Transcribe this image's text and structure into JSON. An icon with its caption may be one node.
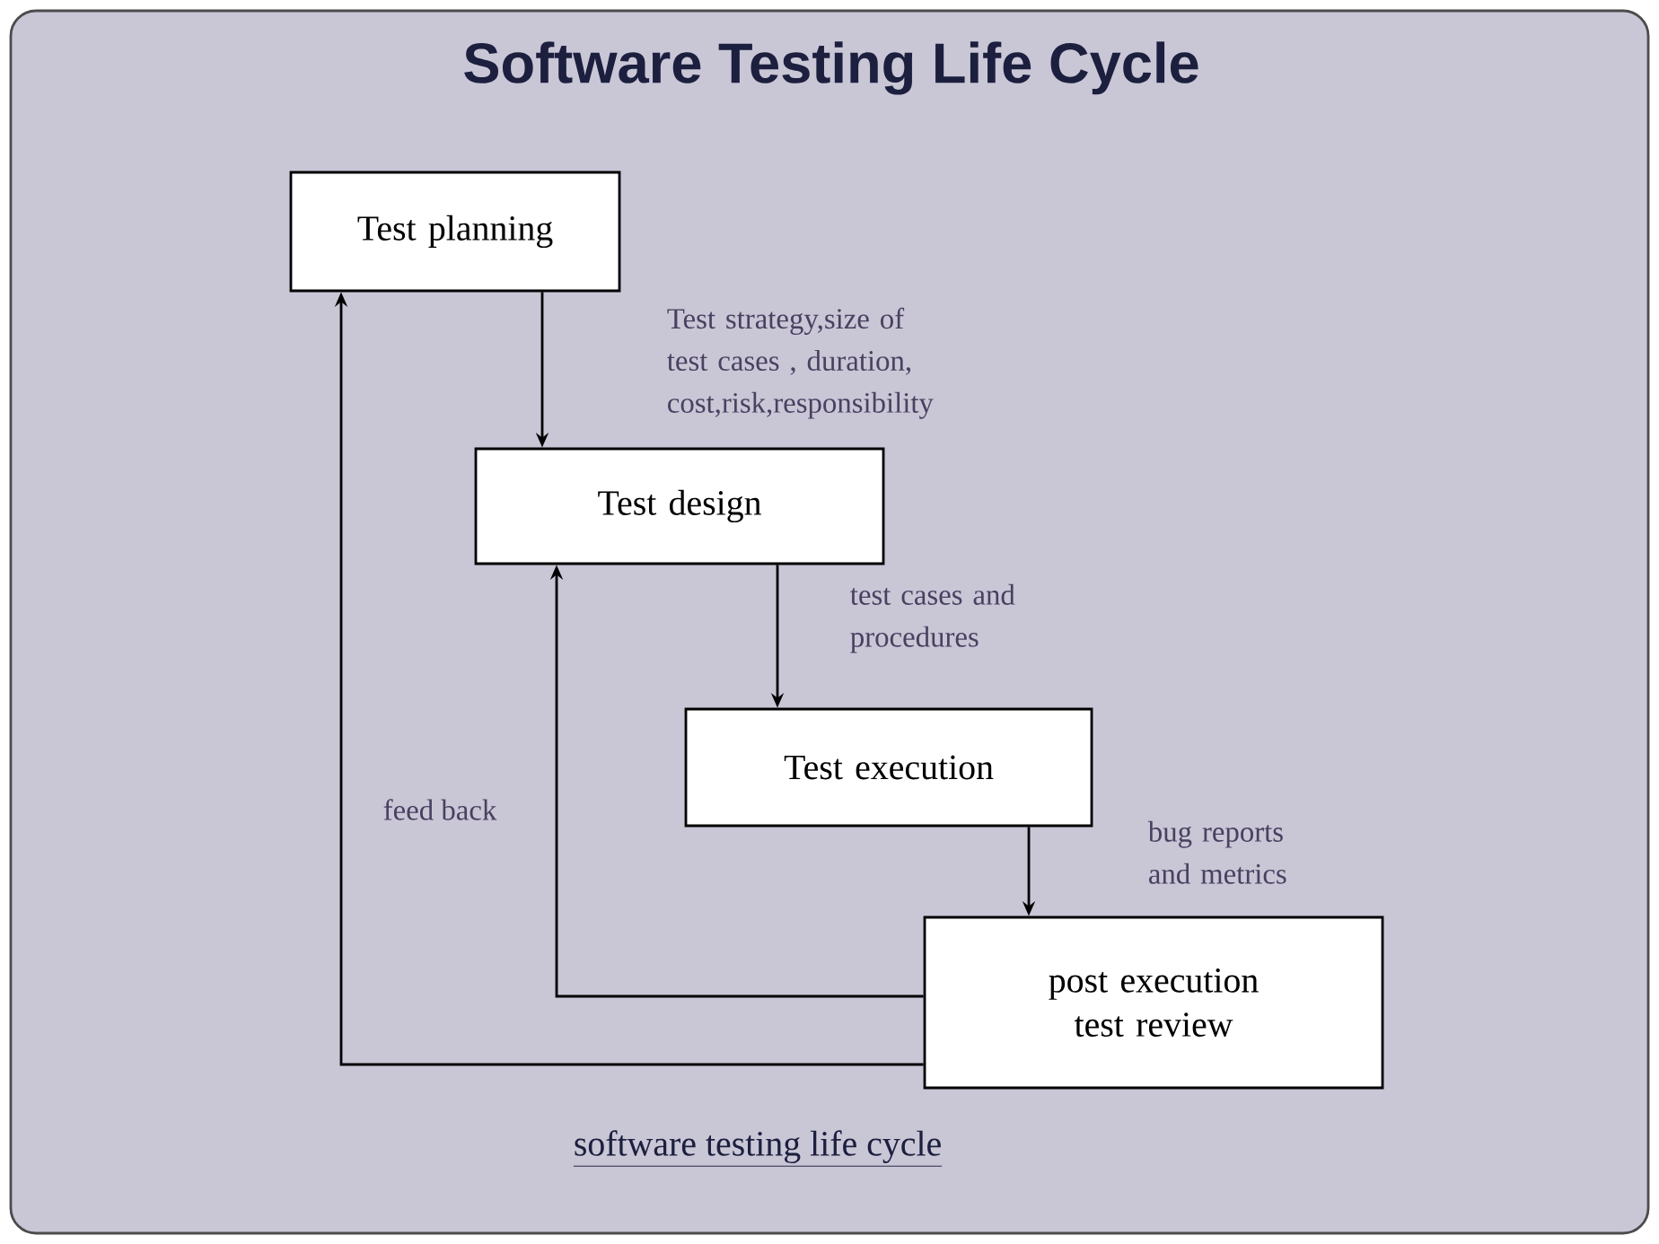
{
  "diagram": {
    "title": "Software Testing  Life Cycle",
    "caption": "software testing life cycle",
    "nodes": [
      {
        "text": [
          "Test planning"
        ]
      },
      {
        "text": [
          "Test design"
        ]
      },
      {
        "text": [
          "Test execution"
        ]
      },
      {
        "text": [
          "post execution test review"
        ]
      }
    ],
    "edges": [
      {
        "from": 0,
        "to": 1,
        "arrow": "to",
        "label": "Test strategy,size of test cases , duration, cost,risk,responsibility"
      },
      {
        "from": 1,
        "to": 2,
        "arrow": "to",
        "label": "test cases and procedures"
      },
      {
        "from": 2,
        "to": 3,
        "arrow": "to",
        "label": "bug reports and metrics"
      },
      {
        "from": 3,
        "to": 1,
        "arrow": "to"
      },
      {
        "from": 3,
        "to": 0,
        "arrow": "to"
      }
    ],
    "labels": [
      "feed back"
    ]
  }
}
